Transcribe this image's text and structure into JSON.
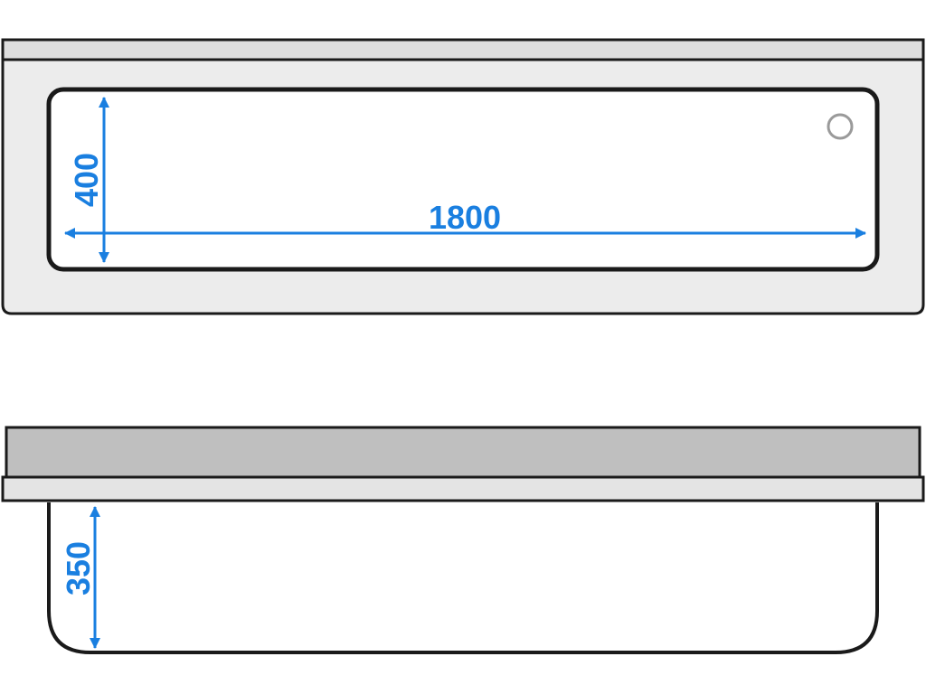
{
  "colors": {
    "outline": "#1a1a1a",
    "panel_fill": "#ececec",
    "rim_fill": "#dedede",
    "front_fill": "#bfbfbf",
    "basin_fill": "#ffffff",
    "dimension": "#1a7fe0",
    "drain_ring": "#9a9a9a"
  },
  "dimensions": {
    "length": "1800",
    "width": "400",
    "depth": "350"
  },
  "views": {
    "top": "top-view",
    "front": "front-view"
  }
}
